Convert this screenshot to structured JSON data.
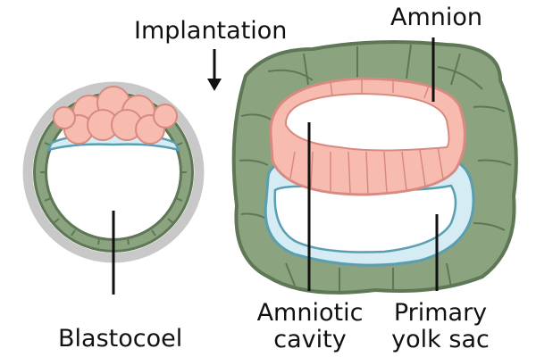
{
  "labels": {
    "implantation": "Implantation",
    "amnion": "Amnion",
    "blastocoel": "Blastocoel",
    "amniotic_cavity_line1": "Amniotic",
    "amniotic_cavity_line2": "cavity",
    "yolk_sac_line1": "Primary",
    "yolk_sac_line2": "yolk sac"
  },
  "colors": {
    "trophoblast": "#8ba37f",
    "trophoblast_stroke": "#5e7856",
    "epiblast": "#f7bbb0",
    "epiblast_stroke": "#d88a80",
    "hypoblast": "#d5ecf4",
    "hypoblast_stroke": "#5a9fb0",
    "zona": "#c8c8c8"
  }
}
